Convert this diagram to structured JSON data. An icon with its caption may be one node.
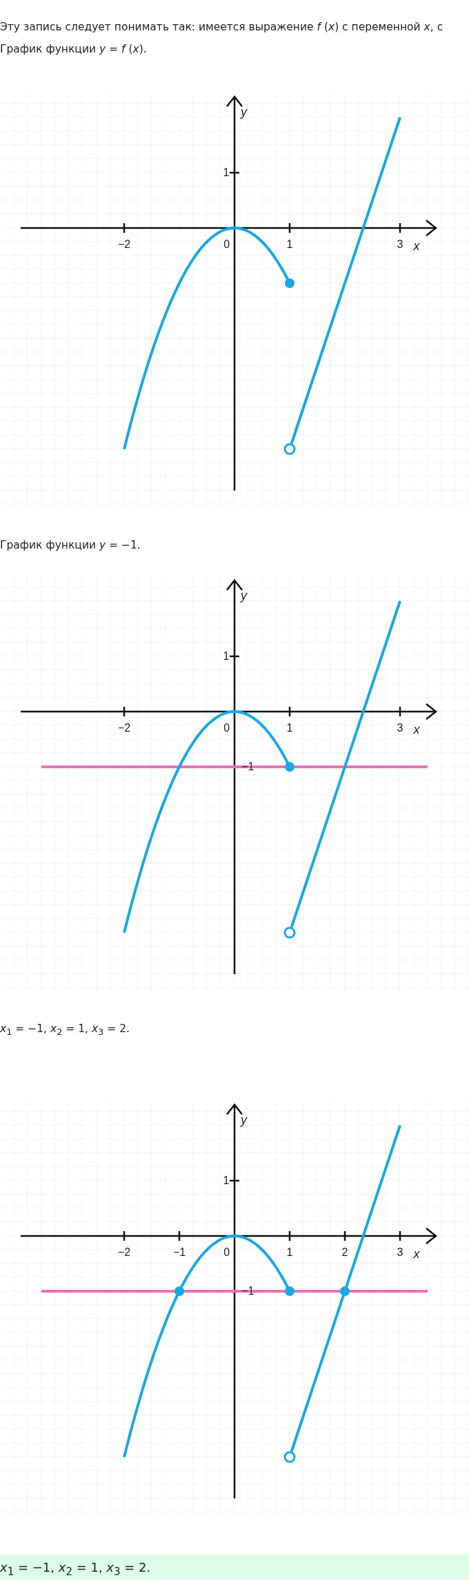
{
  "diagram": {
    "labels": [
      "Эту запись следует понимать так: имеется выражение *f* (*x*) с переменной *x*, с",
      "График функции *y* = *f* (*x*).",
      "y",
      "1",
      "−2",
      "0",
      "1",
      "3",
      "x",
      "График функции *y* = −1.",
      "y",
      "1",
      "−2",
      "0",
      "1",
      "3",
      "x",
      "−1",
      "*x*$_{1}$ = −1,  *x*$_{2}$ = 1,  *x*$_{3}$ = 2.",
      "y",
      "1",
      "−2",
      "−1",
      "0",
      "1",
      "2",
      "3",
      "x",
      "−1",
      "*x*$_{1}$ = −1,  *x*$_{2}$ = 1,  *x*$_{3}$ = 2."
    ]
  }
}
